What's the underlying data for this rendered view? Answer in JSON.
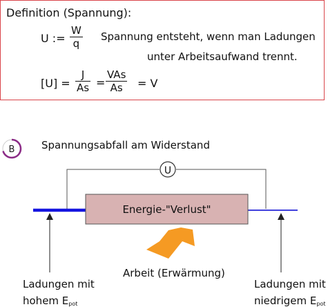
{
  "definition": {
    "title": "Definition (Spannung):",
    "eq1": {
      "lhs": "U :=",
      "num": "W",
      "den": "q"
    },
    "explanation_line1": "Spannung entsteht, wenn man Ladungen",
    "explanation_line2": "unter Arbeitsaufwand trennt.",
    "eq2": {
      "lhs": "[U] =",
      "frac1_num": "J",
      "frac1_den": "As",
      "eq_sign": "=",
      "frac2_num": "VAs",
      "frac2_den": "As",
      "rhs": "= V"
    }
  },
  "section_b": {
    "badge": "B",
    "title": "Spannungsabfall am Widerstand",
    "voltmeter_label": "U",
    "resistor_label": "Energie-\"Verlust\"",
    "work_label": "Arbeit (Erwärmung)",
    "left_caption_line1": "Ladungen mit",
    "left_caption_line2_main": "hohem E",
    "left_caption_line2_sub": "pot",
    "right_caption_line1": "Ladungen mit",
    "right_caption_line2_main": "niedrigem E",
    "right_caption_line2_sub": "pot"
  },
  "colors": {
    "box_border": "#d9444a",
    "badge_ring": "#8b2b86",
    "wire_left": "#1515e0",
    "wire_right": "#2525d8",
    "resistor_fill": "#d8b2b2",
    "flame": "#f59a23"
  }
}
